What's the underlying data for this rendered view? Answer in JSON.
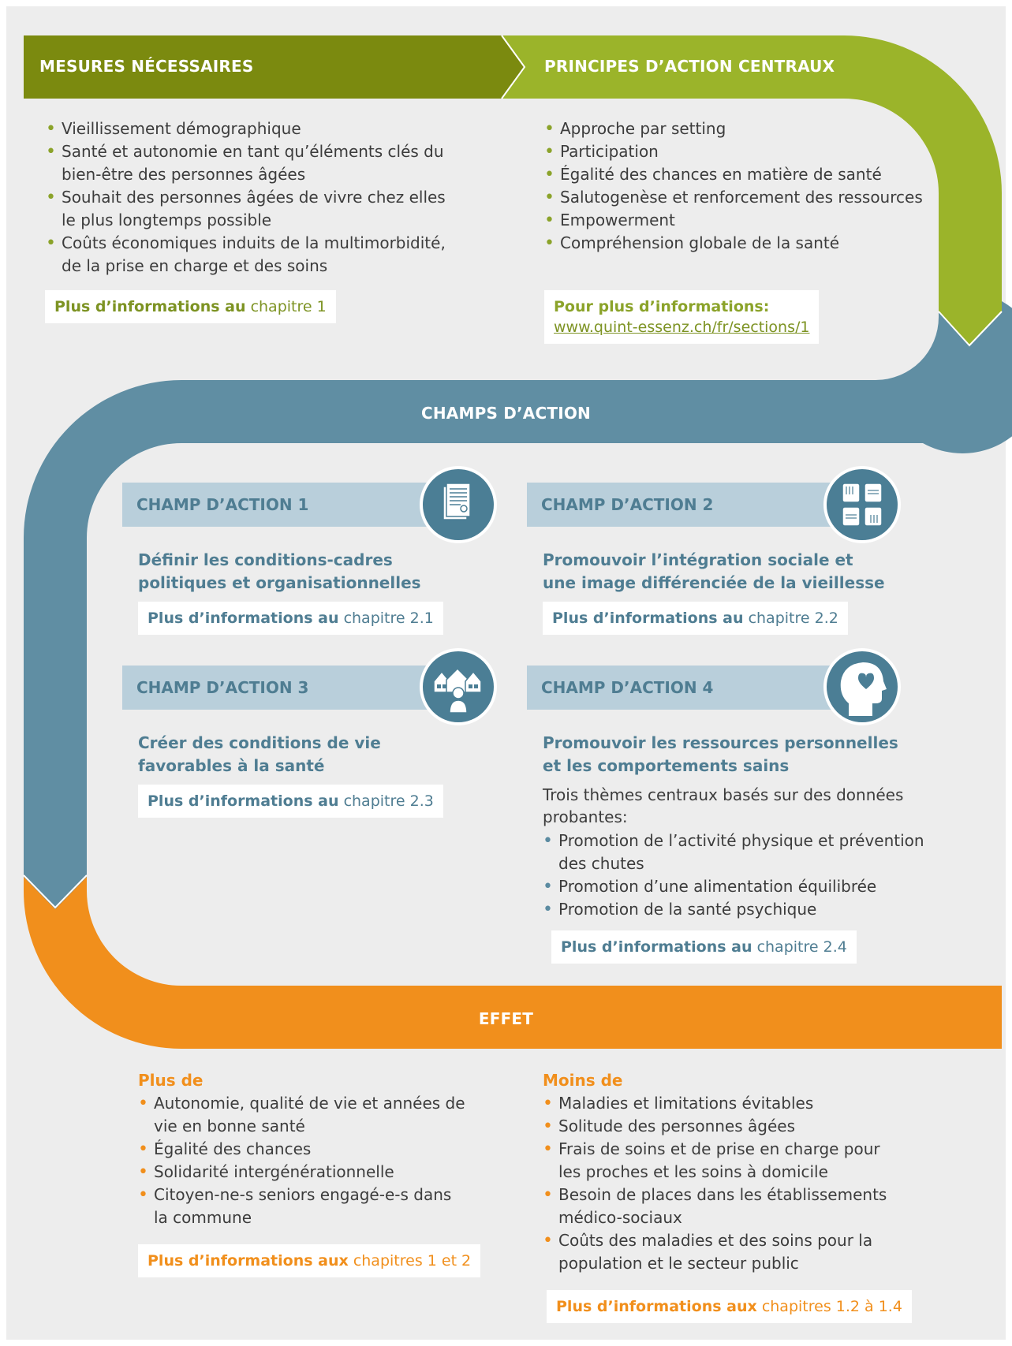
{
  "colors": {
    "background": "#ededed",
    "olive": "#7b8a0f",
    "green": "#9bb42a",
    "blue": "#608ea3",
    "orange": "#f18f1c",
    "icon_circle": "#4b7e95"
  },
  "top_left": {
    "header": "MESURES NÉCESSAIRES",
    "items": [
      "Vieillissement démographique",
      "Santé et autonomie en tant qu’éléments clés du bien-être des personnes âgées",
      "Souhait des personnes âgées de vivre chez elles le plus longtemps possible",
      "Coûts économiques induits de la multimorbidité, de la prise en charge et des soins"
    ],
    "info_strong": "Plus d’informations au",
    "info_plain": "chapitre 1"
  },
  "top_right": {
    "header": "PRINCIPES D’ACTION CENTRAUX",
    "items": [
      "Approche par setting",
      "Participation",
      "Égalité des chances en matière de santé",
      "Salutogenèse et renforcement des ressources",
      "Empowerment",
      "Compréhension globale de la santé"
    ],
    "info_strong": "Pour plus d’informations:",
    "info_link": "www.quint-essenz.ch/fr/sections/1"
  },
  "champs": {
    "header": "CHAMPS D’ACTION",
    "c1": {
      "label": "CHAMP D’ACTION 1",
      "title": "Définir les conditions-cadres politiques et organisationnelles",
      "info_strong": "Plus d’informations au",
      "info_plain": "chapitre 2.1",
      "icon": "document-certificate-icon"
    },
    "c2": {
      "label": "CHAMP D’ACTION 2",
      "title": "Promouvoir l’intégration sociale et une image différenciée de la vieillesse",
      "info_strong": "Plus d’informations au",
      "info_plain": "chapitre 2.2",
      "icon": "hands-together-icon"
    },
    "c3": {
      "label": "CHAMP D’ACTION 3",
      "title": "Créer des conditions de vie favorables à la santé",
      "info_strong": "Plus d’informations au",
      "info_plain": "chapitre 2.3",
      "icon": "houses-person-icon"
    },
    "c4": {
      "label": "CHAMP D’ACTION 4",
      "title": "Promouvoir les ressources personnelles et les comportements sains",
      "intro": "Trois thèmes centraux basés sur des données probantes:",
      "items": [
        "Promotion de l’activité physique et prévention des chutes",
        "Promotion d’une alimentation équilibrée",
        "Promotion de la santé psychique"
      ],
      "info_strong": "Plus d’informations au",
      "info_plain": "chapitre 2.4",
      "icon": "head-heart-icon"
    }
  },
  "effet": {
    "header": "EFFET",
    "plus": {
      "heading": "Plus de",
      "items": [
        "Autonomie, qualité de vie et années de vie en bonne santé",
        "Égalité des chances",
        "Solidarité intergénérationnelle",
        "Citoyen-ne-s seniors engagé-e-s dans la commune"
      ],
      "info_strong": "Plus d’informations aux",
      "info_plain": "chapitres 1 et 2"
    },
    "moins": {
      "heading": "Moins de",
      "items": [
        "Maladies et limitations évitables",
        "Solitude des personnes âgées",
        "Frais de soins et de prise en charge pour les proches et les soins à domicile",
        "Besoin de places dans les établissements médico-sociaux",
        "Coûts des maladies et des soins pour la population et le secteur public"
      ],
      "info_strong": "Plus d’informations aux",
      "info_plain": "chapitres 1.2 à 1.4"
    }
  }
}
